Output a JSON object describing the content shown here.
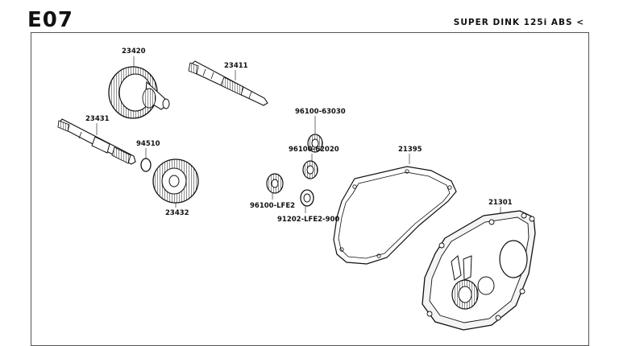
{
  "header": {
    "code": "E07",
    "model": "SUPER DINK 125i ABS <"
  },
  "parts": {
    "p23420": "23420",
    "p23411": "23411",
    "p23431": "23431",
    "p94510": "94510",
    "p23432": "23432",
    "p96100_63030": "96100-63030",
    "p96100_62020": "96100-62020",
    "p96100_lfe2": "96100-LFE2",
    "p91202": "91202-LFE2-900",
    "p21395": "21395",
    "p21301": "21301"
  }
}
